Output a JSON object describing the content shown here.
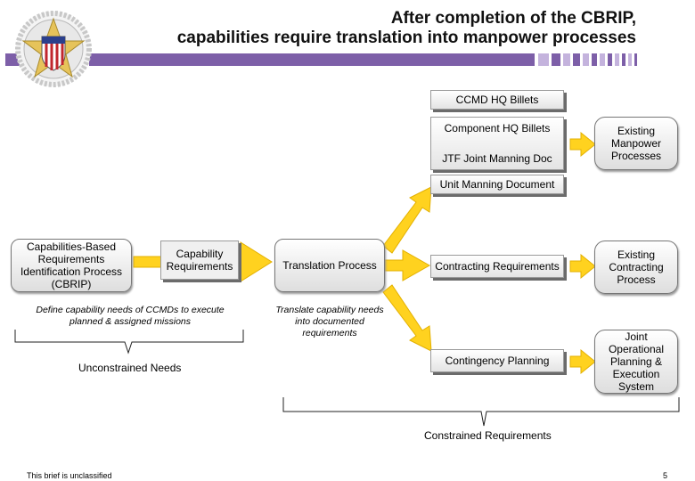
{
  "title": {
    "line1": "After completion of the CBRIP,",
    "line2": "capabilities require translation into manpower processes"
  },
  "colors": {
    "accent_purple": "#7d5fa8",
    "light_purple": "#c4b3dd",
    "arrow_yellow": "#ffd21f",
    "arrow_yellow_edge": "#e3b000",
    "box_fill": "#f0f0f0",
    "box_shadow": "#6b6b6b"
  },
  "logo": {
    "icon": "joint-chiefs-seal-icon"
  },
  "manpower": {
    "ccmd": "CCMD HQ Billets",
    "component": "Component HQ Billets",
    "jtf": "JTF Joint Manning Doc",
    "unit": "Unit Manning Document",
    "existing_manpower": "Existing Manpower Processes"
  },
  "flow": {
    "cbrip": "Capabilities-Based Requirements Identification Process (CBRIP)",
    "capability_requirements": "Capability Requirements",
    "translation_process": "Translation Process",
    "contracting_requirements": "Contracting Requirements",
    "existing_contracting": "Existing Contracting Process",
    "contingency_planning": "Contingency Planning",
    "jopes": "Joint Operational Planning & Execution System"
  },
  "notes": {
    "define": "Define capability needs of CCMDs to execute planned & assigned missions",
    "translate": "Translate capability needs into documented requirements"
  },
  "brackets": {
    "unconstrained": "Unconstrained Needs",
    "constrained": "Constrained Requirements"
  },
  "footer": {
    "classification": "This brief is unclassified",
    "page_number": "5"
  }
}
